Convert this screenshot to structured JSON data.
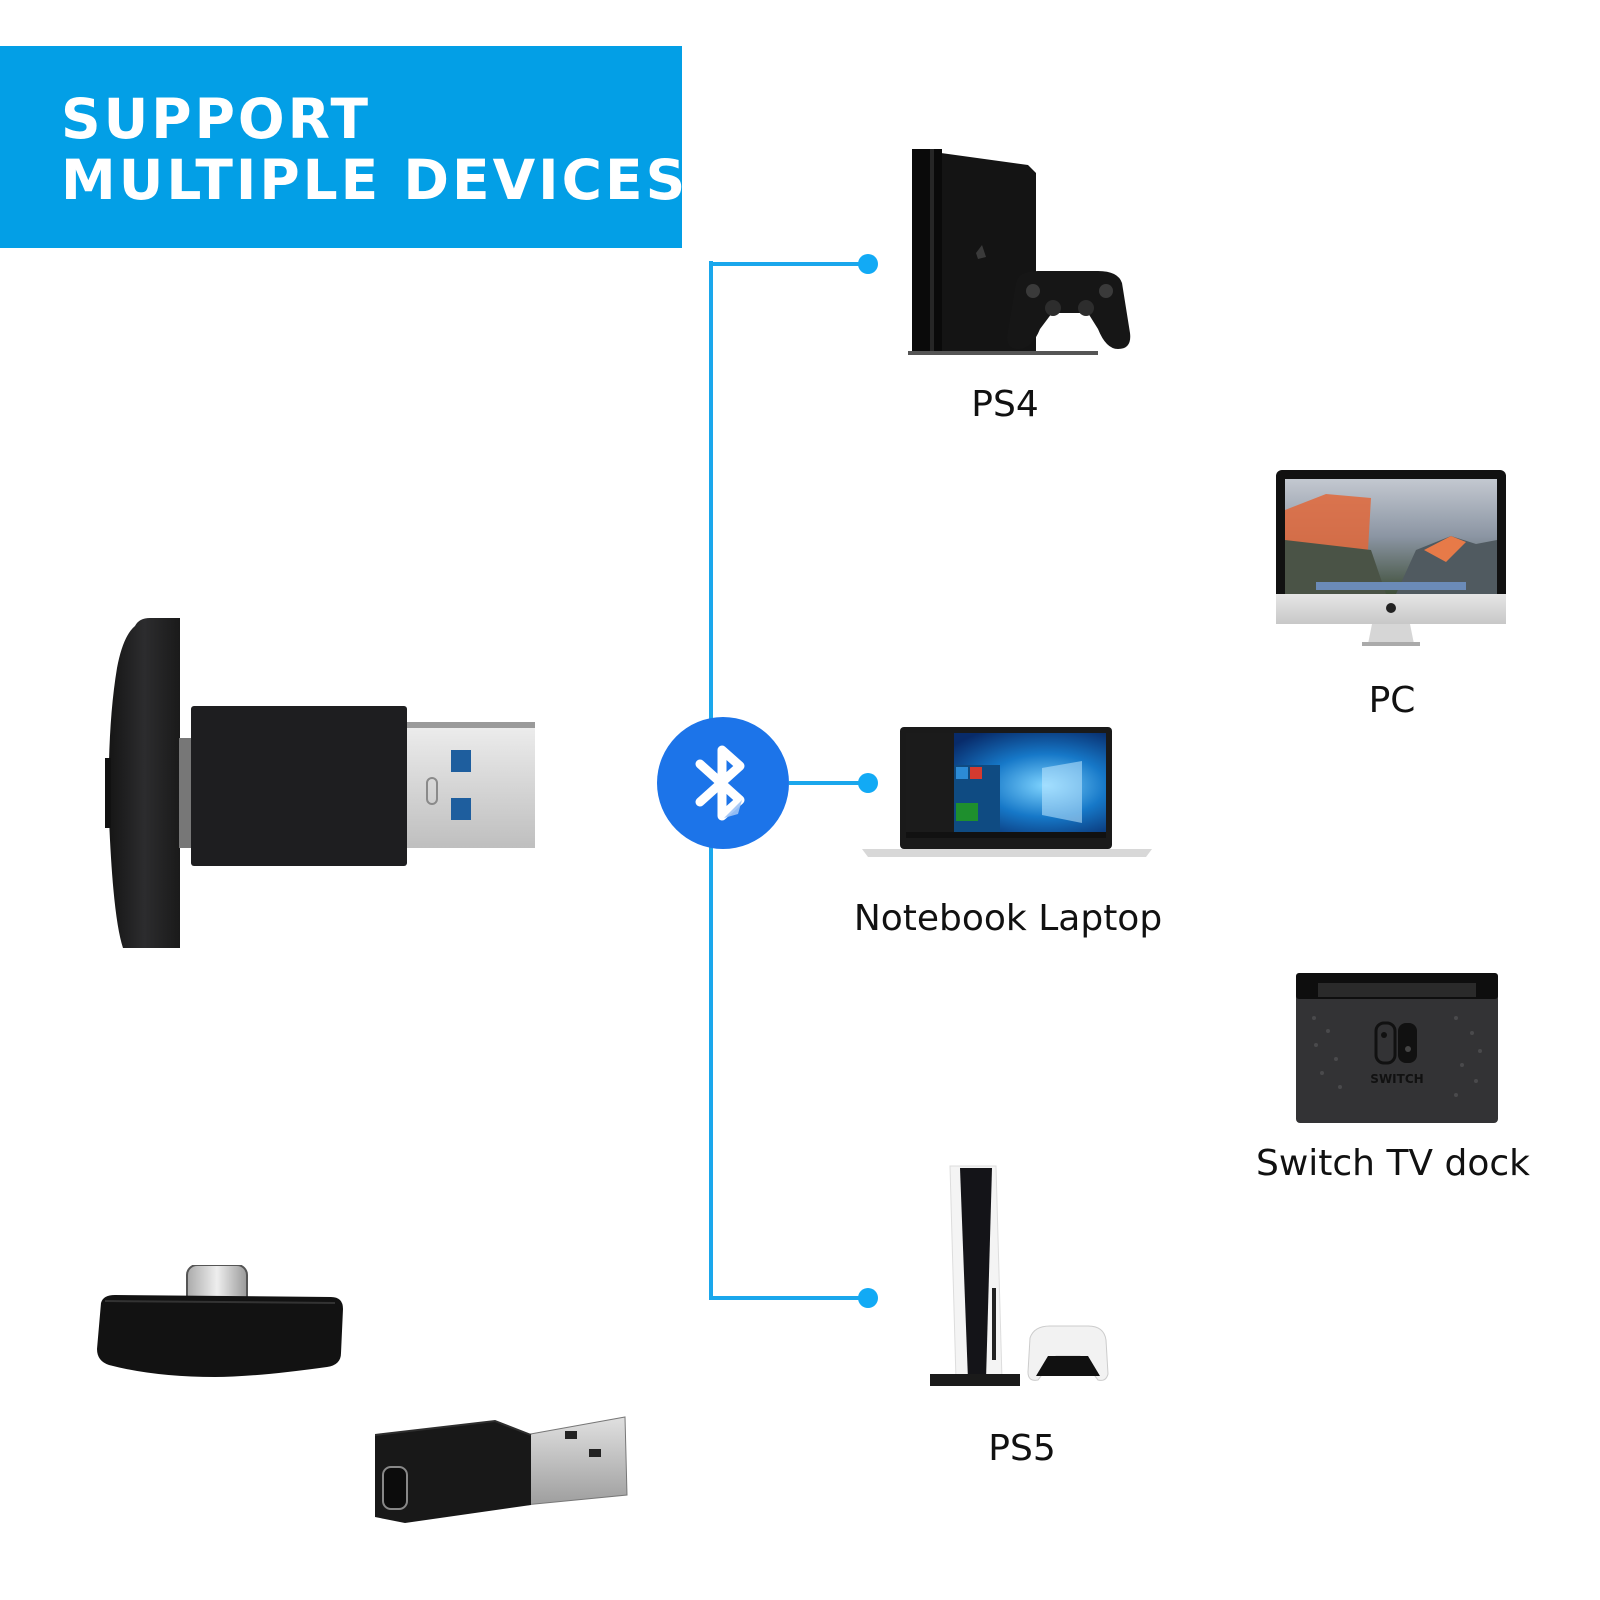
{
  "banner": {
    "line1": "SUPPORT",
    "line2": "MULTIPLE DEVICES",
    "background_color": "#039fe6",
    "text_color": "#ffffff"
  },
  "hub": {
    "icon": "bluetooth-icon",
    "color": "#1c74e9",
    "connector_color": "#1aa7ec"
  },
  "products": [
    {
      "name": "usb-a-bluetooth-adapter",
      "description": "USB-A dongle with black body"
    },
    {
      "name": "usb-c-bluetooth-adapter",
      "description": "USB-C dongle"
    },
    {
      "name": "usb-c-to-usb-a-converter",
      "description": "USB-C female to USB-A male adapter"
    }
  ],
  "devices": [
    {
      "id": "ps4",
      "label": "PS4",
      "connected_line": true
    },
    {
      "id": "pc",
      "label": "PC",
      "connected_line": false
    },
    {
      "id": "laptop",
      "label": "Notebook Laptop",
      "connected_line": true
    },
    {
      "id": "switch",
      "label": "Switch TV dock",
      "connected_line": false
    },
    {
      "id": "ps5",
      "label": "PS5",
      "connected_line": true
    }
  ],
  "switch_logo_text": "SWITCH"
}
